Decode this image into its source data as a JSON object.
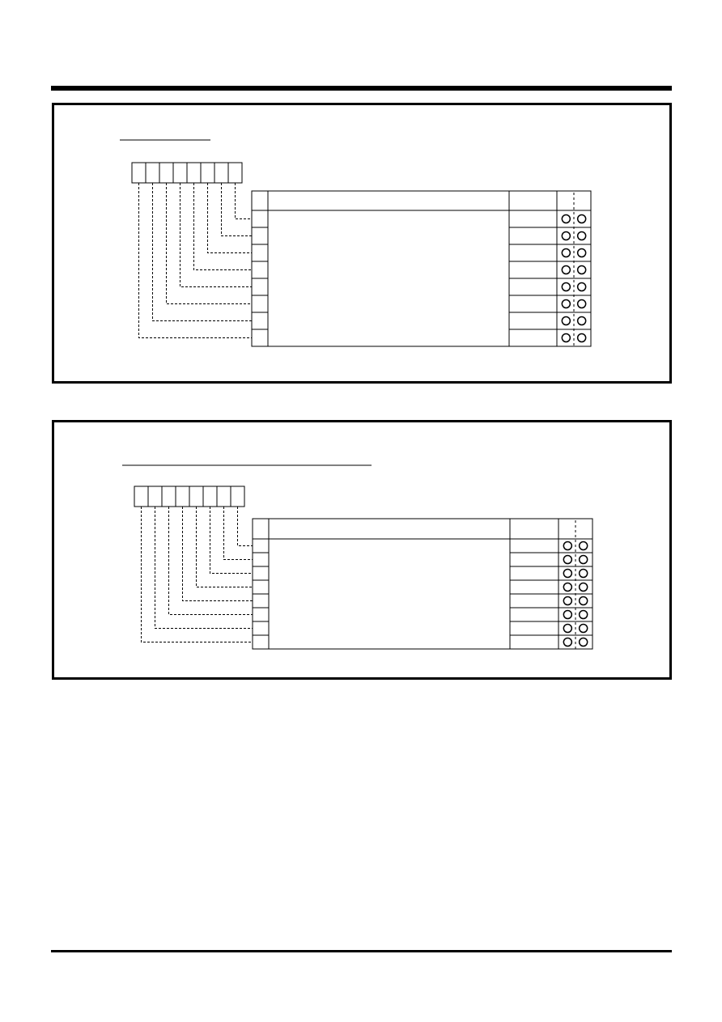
{
  "colors": {
    "ink": "#000000",
    "paper": "#ffffff"
  },
  "icons": {
    "indicator": "circle-outline-icon"
  },
  "diagrams": [
    {
      "name": "register-map-1",
      "bit_count": 8,
      "row_count": 8
    },
    {
      "name": "register-map-2",
      "bit_count": 8,
      "row_count": 8
    }
  ]
}
